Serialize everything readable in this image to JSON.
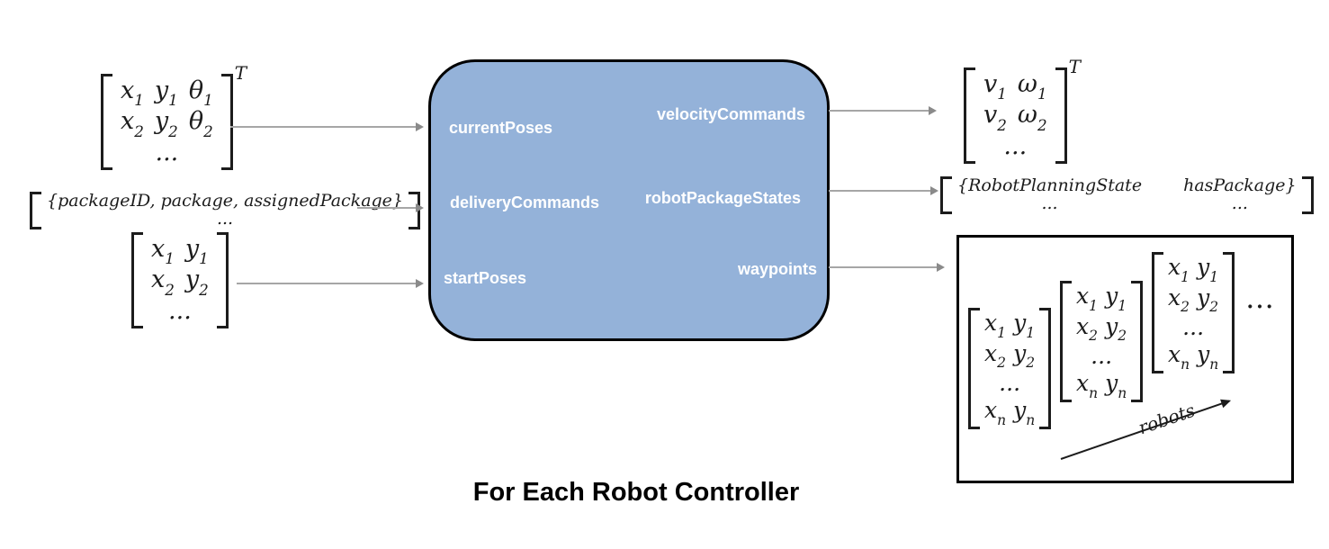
{
  "title": "For Each Robot Controller",
  "colors": {
    "block_fill": "#94B2D9",
    "block_border": "#000000",
    "signal_arrow": "#a6a6a6",
    "math_text": "#1c1c1c"
  },
  "block": {
    "inputs": [
      {
        "label": "currentPoses"
      },
      {
        "label": "deliveryCommands"
      },
      {
        "label": "startPoses"
      }
    ],
    "outputs": [
      {
        "label": "velocityCommands"
      },
      {
        "label": "robotPackageStates"
      },
      {
        "label": "waypoints"
      }
    ]
  },
  "annotations": {
    "current_poses_matrix": {
      "rows": [
        [
          "x_1",
          "y_1",
          "θ_1"
        ],
        [
          "x_2",
          "y_2",
          "θ_2"
        ],
        [
          "..."
        ]
      ],
      "superscript": "T"
    },
    "delivery_commands_expr": {
      "rows": [
        [
          "{packageID, package, assignedPackage}"
        ],
        [
          "..."
        ]
      ]
    },
    "start_poses_matrix": {
      "rows": [
        [
          "x_1",
          "y_1"
        ],
        [
          "x_2",
          "y_2"
        ],
        [
          "..."
        ]
      ]
    },
    "velocity_commands_matrix": {
      "rows": [
        [
          "v_1",
          "ω_1"
        ],
        [
          "v_2",
          "ω_2"
        ],
        [
          "..."
        ]
      ],
      "superscript": "T"
    },
    "robot_package_states_expr": {
      "rows": [
        [
          "{RobotPlanningState",
          "hasPackage}"
        ],
        [
          "...",
          "..."
        ]
      ]
    },
    "waypoints_panel": {
      "matrices": [
        {
          "rows": [
            [
              "x_1",
              "y_1"
            ],
            [
              "x_2",
              "y_2"
            ],
            [
              "..."
            ],
            [
              "x_n",
              "y_n"
            ]
          ]
        },
        {
          "rows": [
            [
              "x_1",
              "y_1"
            ],
            [
              "x_2",
              "y_2"
            ],
            [
              "..."
            ],
            [
              "x_n",
              "y_n"
            ]
          ]
        },
        {
          "rows": [
            [
              "x_1",
              "y_1"
            ],
            [
              "x_2",
              "y_2"
            ],
            [
              "..."
            ],
            [
              "x_n",
              "y_n"
            ]
          ]
        }
      ],
      "ellipsis": "…",
      "axis_label": "robots"
    }
  }
}
